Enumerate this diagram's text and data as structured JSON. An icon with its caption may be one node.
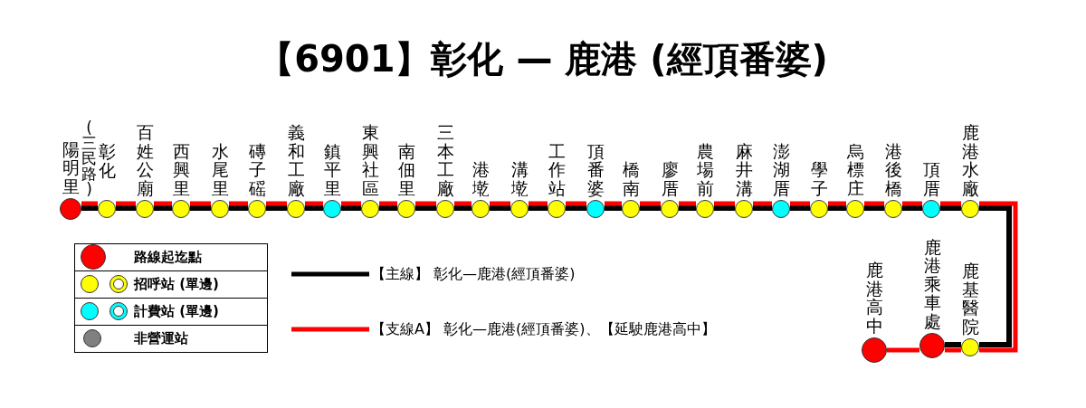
{
  "diagram": {
    "title": "【6901】彰化 — 鹿港 (經頂番婆)",
    "nodes": [
      {
        "text": [
          "陽明里"
        ]
      },
      {
        "text": [
          "彰化"
        ],
        "beside": [
          "(三民路)"
        ]
      },
      {
        "text": [
          "百姓公廟"
        ]
      },
      {
        "text": [
          "西興里"
        ]
      },
      {
        "text": [
          "水尾里"
        ]
      },
      {
        "text": [
          "磚子磘"
        ]
      },
      {
        "text": [
          "義和工廠"
        ]
      },
      {
        "text": [
          "鎮平里"
        ]
      },
      {
        "text": [
          "東興社區"
        ]
      },
      {
        "text": [
          "南佃里"
        ]
      },
      {
        "text": [
          "三本工廠"
        ]
      },
      {
        "text": [
          "港墘"
        ]
      },
      {
        "text": [
          "溝墘"
        ]
      },
      {
        "text": [
          "工作站"
        ]
      },
      {
        "text": [
          "頂番婆"
        ]
      },
      {
        "text": [
          "橋南"
        ]
      },
      {
        "text": [
          "廖厝"
        ]
      },
      {
        "text": [
          "農場前"
        ]
      },
      {
        "text": [
          "麻井溝"
        ]
      },
      {
        "text": [
          "澎湖厝"
        ]
      },
      {
        "text": [
          "學子"
        ]
      },
      {
        "text": [
          "烏標庄"
        ]
      },
      {
        "text": [
          "港後橋"
        ]
      },
      {
        "text": [
          "頂厝"
        ]
      },
      {
        "text": [
          "鹿港水廠"
        ]
      },
      {
        "text": [
          "鹿港高中"
        ]
      },
      {
        "text": [
          "鹿港乘車處"
        ]
      },
      {
        "text": [
          "鹿基醫院"
        ]
      }
    ],
    "edges": [
      {
        "from": 0,
        "to": 1,
        "arrow": "none",
        "color": "#000000"
      },
      {
        "from": 1,
        "to": 2,
        "arrow": "none",
        "color": "#000000"
      },
      {
        "from": 2,
        "to": 3,
        "arrow": "none",
        "color": "#000000"
      },
      {
        "from": 3,
        "to": 4,
        "arrow": "none",
        "color": "#000000"
      },
      {
        "from": 4,
        "to": 5,
        "arrow": "none",
        "color": "#000000"
      },
      {
        "from": 5,
        "to": 6,
        "arrow": "none",
        "color": "#000000"
      },
      {
        "from": 6,
        "to": 7,
        "arrow": "none",
        "color": "#000000"
      },
      {
        "from": 7,
        "to": 8,
        "arrow": "none",
        "color": "#000000"
      },
      {
        "from": 8,
        "to": 9,
        "arrow": "none",
        "color": "#000000"
      },
      {
        "from": 9,
        "to": 10,
        "arrow": "none",
        "color": "#000000"
      },
      {
        "from": 10,
        "to": 11,
        "arrow": "none",
        "color": "#000000"
      },
      {
        "from": 11,
        "to": 12,
        "arrow": "none",
        "color": "#000000"
      },
      {
        "from": 12,
        "to": 13,
        "arrow": "none",
        "color": "#000000"
      },
      {
        "from": 13,
        "to": 14,
        "arrow": "none",
        "color": "#000000"
      },
      {
        "from": 14,
        "to": 15,
        "arrow": "none",
        "color": "#000000"
      },
      {
        "from": 15,
        "to": 16,
        "arrow": "none",
        "color": "#000000"
      },
      {
        "from": 16,
        "to": 17,
        "arrow": "none",
        "color": "#000000"
      },
      {
        "from": 17,
        "to": 18,
        "arrow": "none",
        "color": "#000000"
      },
      {
        "from": 18,
        "to": 19,
        "arrow": "none",
        "color": "#000000"
      },
      {
        "from": 19,
        "to": 20,
        "arrow": "none",
        "color": "#000000"
      },
      {
        "from": 20,
        "to": 21,
        "arrow": "none",
        "color": "#000000"
      },
      {
        "from": 21,
        "to": 22,
        "arrow": "none",
        "color": "#000000"
      },
      {
        "from": 22,
        "to": 23,
        "arrow": "none",
        "color": "#000000"
      },
      {
        "from": 23,
        "to": 24,
        "arrow": "none",
        "color": "#000000"
      },
      {
        "from": 24,
        "to": 27,
        "arrow": "none",
        "color": "#000000"
      },
      {
        "from": 27,
        "to": 26,
        "arrow": "none",
        "color": "#000000"
      },
      {
        "from": 0,
        "to": 1,
        "arrow": "none",
        "color": "#ff0000"
      },
      {
        "from": 1,
        "to": 2,
        "arrow": "none",
        "color": "#ff0000"
      },
      {
        "from": 2,
        "to": 3,
        "arrow": "none",
        "color": "#ff0000"
      },
      {
        "from": 3,
        "to": 4,
        "arrow": "none",
        "color": "#ff0000"
      },
      {
        "from": 4,
        "to": 5,
        "arrow": "none",
        "color": "#ff0000"
      },
      {
        "from": 5,
        "to": 6,
        "arrow": "none",
        "color": "#ff0000"
      },
      {
        "from": 6,
        "to": 7,
        "arrow": "none",
        "color": "#ff0000"
      },
      {
        "from": 7,
        "to": 8,
        "arrow": "none",
        "color": "#ff0000"
      },
      {
        "from": 8,
        "to": 9,
        "arrow": "none",
        "color": "#ff0000"
      },
      {
        "from": 9,
        "to": 10,
        "arrow": "none",
        "color": "#ff0000"
      },
      {
        "from": 10,
        "to": 11,
        "arrow": "none",
        "color": "#ff0000"
      },
      {
        "from": 11,
        "to": 12,
        "arrow": "none",
        "color": "#ff0000"
      },
      {
        "from": 12,
        "to": 13,
        "arrow": "none",
        "color": "#ff0000"
      },
      {
        "from": 13,
        "to": 14,
        "arrow": "none",
        "color": "#ff0000"
      },
      {
        "from": 14,
        "to": 15,
        "arrow": "none",
        "color": "#ff0000"
      },
      {
        "from": 15,
        "to": 16,
        "arrow": "none",
        "color": "#ff0000"
      },
      {
        "from": 16,
        "to": 17,
        "arrow": "none",
        "color": "#ff0000"
      },
      {
        "from": 17,
        "to": 18,
        "arrow": "none",
        "color": "#ff0000"
      },
      {
        "from": 18,
        "to": 19,
        "arrow": "none",
        "color": "#ff0000"
      },
      {
        "from": 19,
        "to": 20,
        "arrow": "none",
        "color": "#ff0000"
      },
      {
        "from": 20,
        "to": 21,
        "arrow": "none",
        "color": "#ff0000"
      },
      {
        "from": 21,
        "to": 22,
        "arrow": "none",
        "color": "#ff0000"
      },
      {
        "from": 22,
        "to": 23,
        "arrow": "none",
        "color": "#ff0000"
      },
      {
        "from": 23,
        "to": 24,
        "arrow": "none",
        "color": "#ff0000"
      },
      {
        "from": 24,
        "to": 27,
        "arrow": "none",
        "color": "#ff0000"
      },
      {
        "from": 27,
        "to": 26,
        "arrow": "none",
        "color": "#ff0000"
      },
      {
        "from": 26,
        "to": 25,
        "arrow": "none",
        "color": "#ff0000"
      }
    ],
    "legend": [
      {
        "text": "路線起迄點",
        "color": "#ff0000"
      },
      {
        "text": "招呼站 (單邊)",
        "color": "#ffff00"
      },
      {
        "text": "計費站 (單邊)",
        "color": "#00ffff"
      },
      {
        "text": "非營運站",
        "color": "#808080"
      },
      {
        "text": "【主線】 彰化—鹿港(經頂番婆)"
      },
      {
        "text": "【支線A】 彰化—鹿港(經頂番婆)、【延駛鹿港高中】"
      }
    ]
  }
}
